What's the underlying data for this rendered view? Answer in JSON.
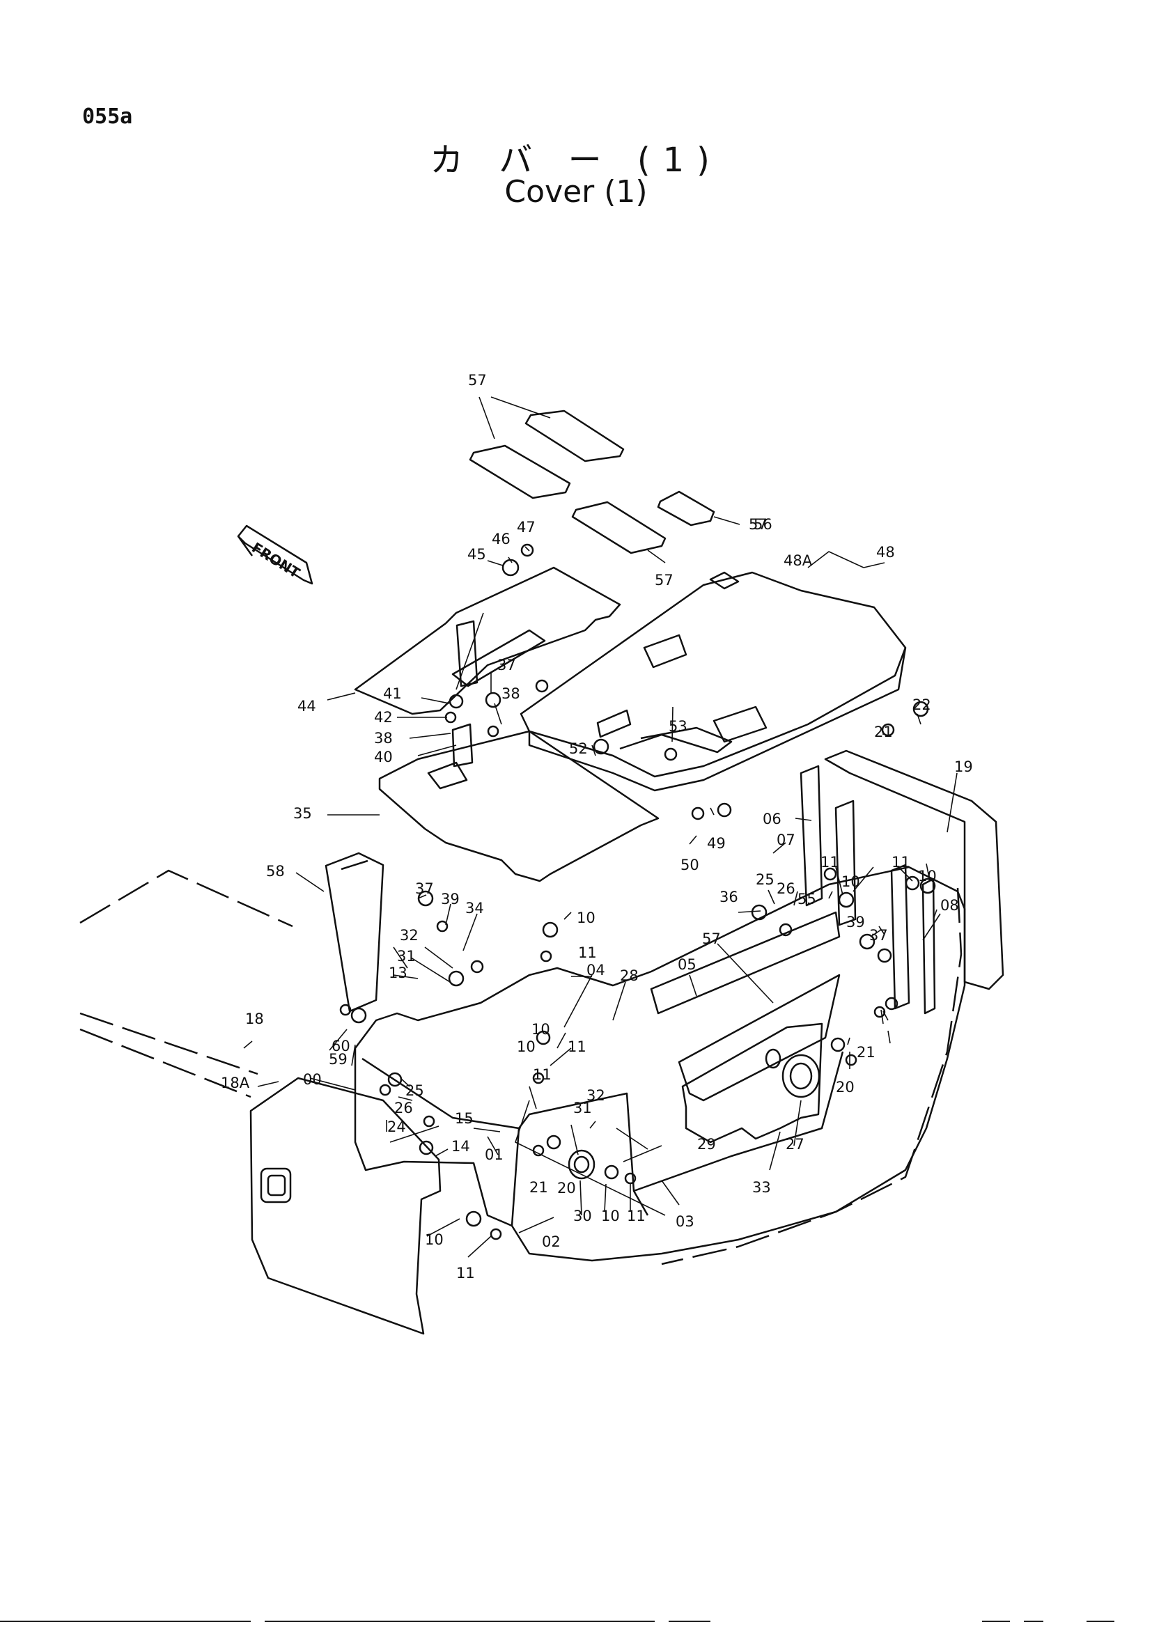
{
  "page_code": "055a",
  "title_jp": "カ バ ー (1)",
  "title_en": "Cover (1)",
  "front_label": "FRONT",
  "part_labels": [
    "57",
    "57",
    "57",
    "56",
    "47",
    "46",
    "45",
    "48A",
    "48",
    "44",
    "41",
    "37",
    "38",
    "42",
    "38",
    "40",
    "53",
    "52",
    "22",
    "21",
    "19",
    "35",
    "06",
    "07",
    "49",
    "50",
    "11",
    "10",
    "11",
    "10",
    "58",
    "37",
    "39",
    "34",
    "36",
    "25",
    "26",
    "55",
    "32",
    "10",
    "11",
    "39",
    "37",
    "08",
    "31",
    "04",
    "28",
    "05",
    "57",
    "13",
    "10",
    "18",
    "11",
    "10",
    "11",
    "60",
    "59",
    "18A",
    "00",
    "25",
    "26",
    "32",
    "24",
    "15",
    "31",
    "20",
    "21",
    "14",
    "01",
    "29",
    "27",
    "21",
    "20",
    "33",
    "30",
    "10",
    "11",
    "03",
    "10",
    "02",
    "11"
  ]
}
